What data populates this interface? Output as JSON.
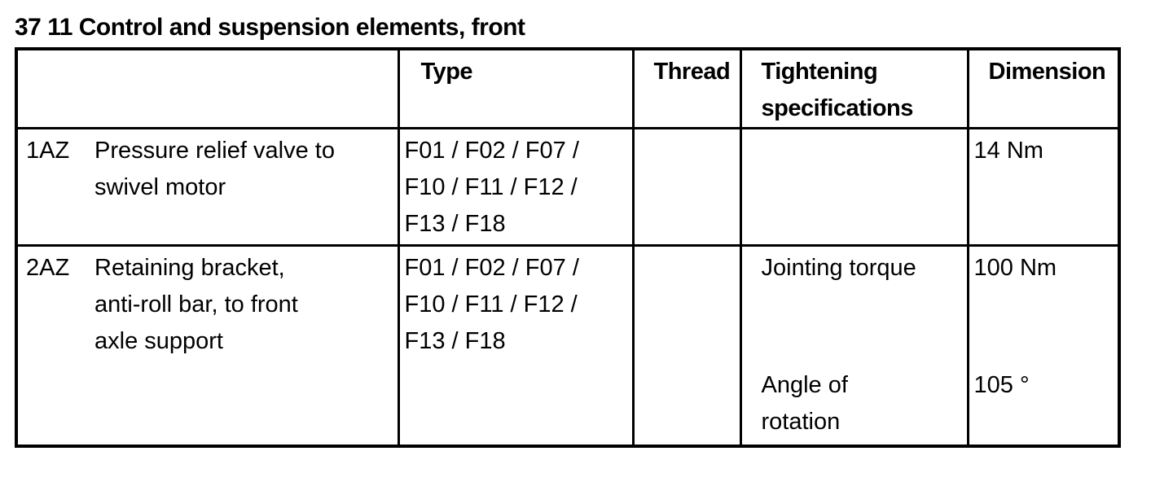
{
  "title": "37 11 Control and suspension elements, front",
  "columns": {
    "description": "",
    "type": "Type",
    "thread": "Thread",
    "tightening": [
      "Tightening",
      "specifications"
    ],
    "dimension": "Dimension"
  },
  "rows": [
    {
      "code": "1AZ",
      "description": [
        "Pressure relief valve to",
        "swivel motor"
      ],
      "type": [
        "F01 / F02 / F07 /",
        "F10 / F11 / F12 /",
        "F13 / F18"
      ],
      "thread": "",
      "specs": [
        {
          "spec": "",
          "dimension": "14 Nm"
        }
      ]
    },
    {
      "code": "2AZ",
      "description": [
        "Retaining bracket,",
        "anti-roll bar, to front",
        "axle support"
      ],
      "type": [
        "F01 / F02 / F07 /",
        "F10 / F11 / F12 /",
        "F13 / F18"
      ],
      "thread": "",
      "specs": [
        {
          "spec": [
            "Jointing torque"
          ],
          "dimension": "100 Nm"
        },
        {
          "spec": [
            "Angle of",
            "rotation"
          ],
          "dimension": "105 °"
        }
      ]
    }
  ]
}
